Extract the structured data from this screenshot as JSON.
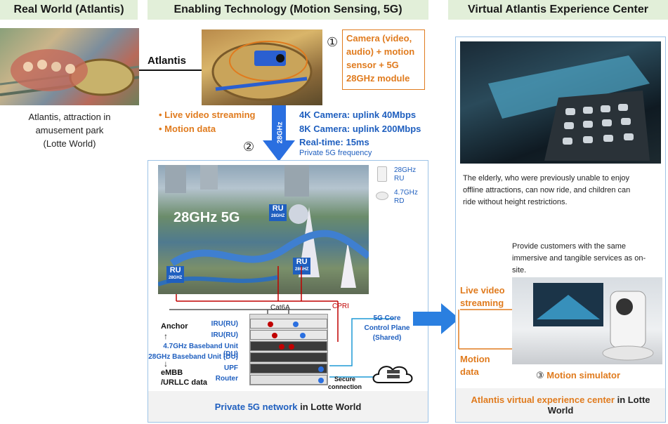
{
  "headers": {
    "real_world": "Real World (Atlantis)",
    "enabling": "Enabling Technology (Motion Sensing, 5G)",
    "virtual": "Virtual Atlantis Experience Center"
  },
  "left": {
    "caption_line1": "Atlantis, attraction in",
    "caption_line2": "amusement park",
    "caption_line3": "(Lotte World)",
    "arrow_label": "Atlantis"
  },
  "middle": {
    "step1_num": "①",
    "device_line1": "Camera (video,",
    "device_line2": "audio) + motion",
    "device_line3": "sensor + 5G",
    "device_line4": "28GHz module",
    "bullet_1": "Live video streaming",
    "bullet_2": "Motion data",
    "arrow_label": "28GHz",
    "step2_num": "②",
    "spec_1": "4K Camera: uplink 40Mbps",
    "spec_2": "8K Camera: uplink 200Mbps",
    "spec_3": "Real-time: 15ms",
    "spec_4": "Private 5G frequency",
    "big_label": "28GHz 5G",
    "legend_ru": "28GHz",
    "legend_ru2": "RU",
    "legend_rd": "4.7GHz",
    "legend_rd2": "RD",
    "ru_label": "RU",
    "ru_sub": "28GHZ",
    "cat6a": "Cat6A",
    "cpri": "CPRI",
    "anchor": "Anchor",
    "up_arrow": "↑",
    "down_arrow": "↓",
    "embb": "eMBB",
    "urllc": "/URLLC data",
    "rack_1": "IRU(RU)",
    "rack_2": "IRU(RU)",
    "rack_3": "4.7GHz Baseband Unit (DU)",
    "rack_4": "28GHz Baseband Unit (DU)",
    "rack_5": "UPF",
    "rack_6": "Router",
    "core_line1": "5G Core",
    "core_line2": "Control Plane",
    "core_line3": "(Shared)",
    "secure_1": "Secure",
    "secure_2": "connection",
    "footer_blue": "Private 5G network",
    "footer_black": " in Lotte World"
  },
  "right": {
    "desc_1": "The elderly, who were previously unable to enjoy",
    "desc_2": "offline attractions, can now ride, and children can",
    "desc_3": "ride without height restrictions.",
    "provide_1": "Provide customers with the same",
    "provide_2": "immersive and tangible services as on-",
    "provide_3": "site.",
    "live_1": "Live video",
    "live_2": "streaming",
    "motion_1": "Motion",
    "motion_2": "data",
    "step3_num": "③",
    "step3_label": "Motion simulator",
    "footer_orange": "Atlantis virtual experience center",
    "footer_black": " in Lotte",
    "footer_line2": "World"
  },
  "colors": {
    "orange": "#e07b1e",
    "blue": "#1f5fbf",
    "header_bg": "#e2efd9",
    "panel_border": "#9dc3e6"
  }
}
